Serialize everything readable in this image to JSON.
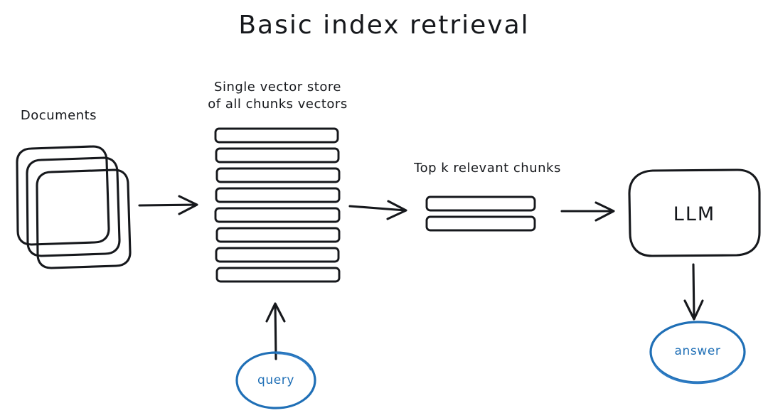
{
  "title": "Basic index retrieval",
  "colors": {
    "ink": "#16181c",
    "accent_blue": "#1f6fb6",
    "background": "#ffffff"
  },
  "labels": {
    "documents": "Documents",
    "vector_store_line1": "Single vector store",
    "vector_store_line2": "of all chunks vectors",
    "top_k": "Top k relevant chunks"
  },
  "nodes": {
    "llm": "LLM",
    "query": "query",
    "answer": "answer"
  },
  "diagram": {
    "type": "flow",
    "documents_stack_count": 3,
    "vector_store_chunk_count": 8,
    "top_k_chunk_count": 2,
    "flow": [
      "Documents",
      "Single vector store of all chunks vectors",
      "Top k relevant chunks",
      "LLM",
      "answer"
    ],
    "side_input": "query"
  }
}
